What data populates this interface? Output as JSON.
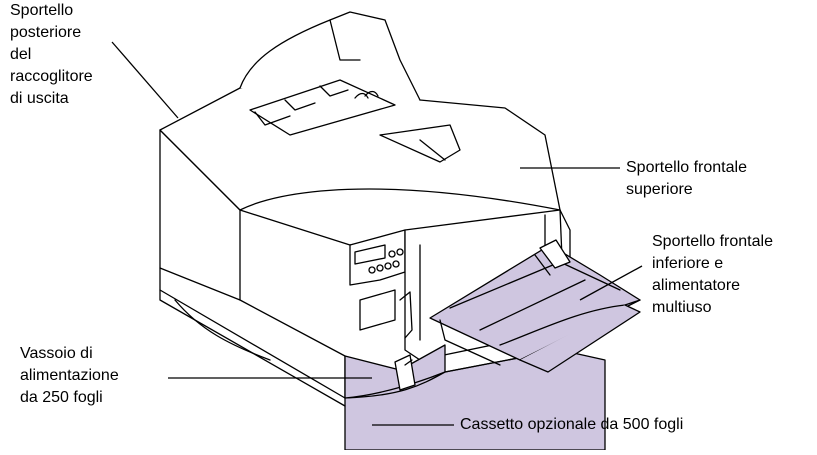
{
  "colors": {
    "outline": "#000000",
    "highlight_fill": "#cfc6e0",
    "background": "#ffffff"
  },
  "callouts": {
    "rear_door": [
      "Sportello",
      "posteriore",
      "del",
      "raccoglitore",
      "di uscita"
    ],
    "upper_front_door": [
      "Sportello frontale",
      "superiore"
    ],
    "lower_front_door": [
      "Sportello frontale",
      "inferiore e",
      "alimentatore",
      "multiuso"
    ],
    "tray_250": [
      "Vassoio di",
      "alimentazione",
      "da 250 fogli"
    ],
    "drawer_500": [
      "Cassetto opzionale da 500 fogli"
    ]
  }
}
